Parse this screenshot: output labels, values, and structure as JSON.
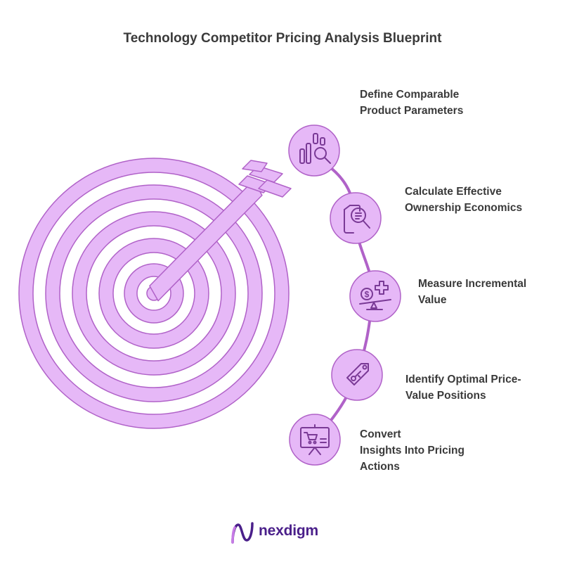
{
  "title": "Technology Competitor Pricing Analysis Blueprint",
  "steps": [
    {
      "lines": [
        "Define Comparable",
        "Product Parameters"
      ],
      "icon": "product-comparison-icon"
    },
    {
      "lines": [
        "Calculate Effective",
        "Ownership Economics"
      ],
      "icon": "document-search-icon"
    },
    {
      "lines": [
        "Measure Incremental",
        "Value"
      ],
      "icon": "value-balance-icon"
    },
    {
      "lines": [
        "Identify Optimal Price-",
        "Value Positions"
      ],
      "icon": "price-tag-icon"
    },
    {
      "lines": [
        "Convert",
        "Insights Into Pricing",
        "Actions"
      ],
      "icon": "cart-presentation-icon"
    }
  ],
  "brand": {
    "name": "nexdigm"
  },
  "colors": {
    "fill": "#e6b8f7",
    "stroke": "#b062c8",
    "text": "#3a3a3a",
    "brand": "#4a1f8a"
  }
}
